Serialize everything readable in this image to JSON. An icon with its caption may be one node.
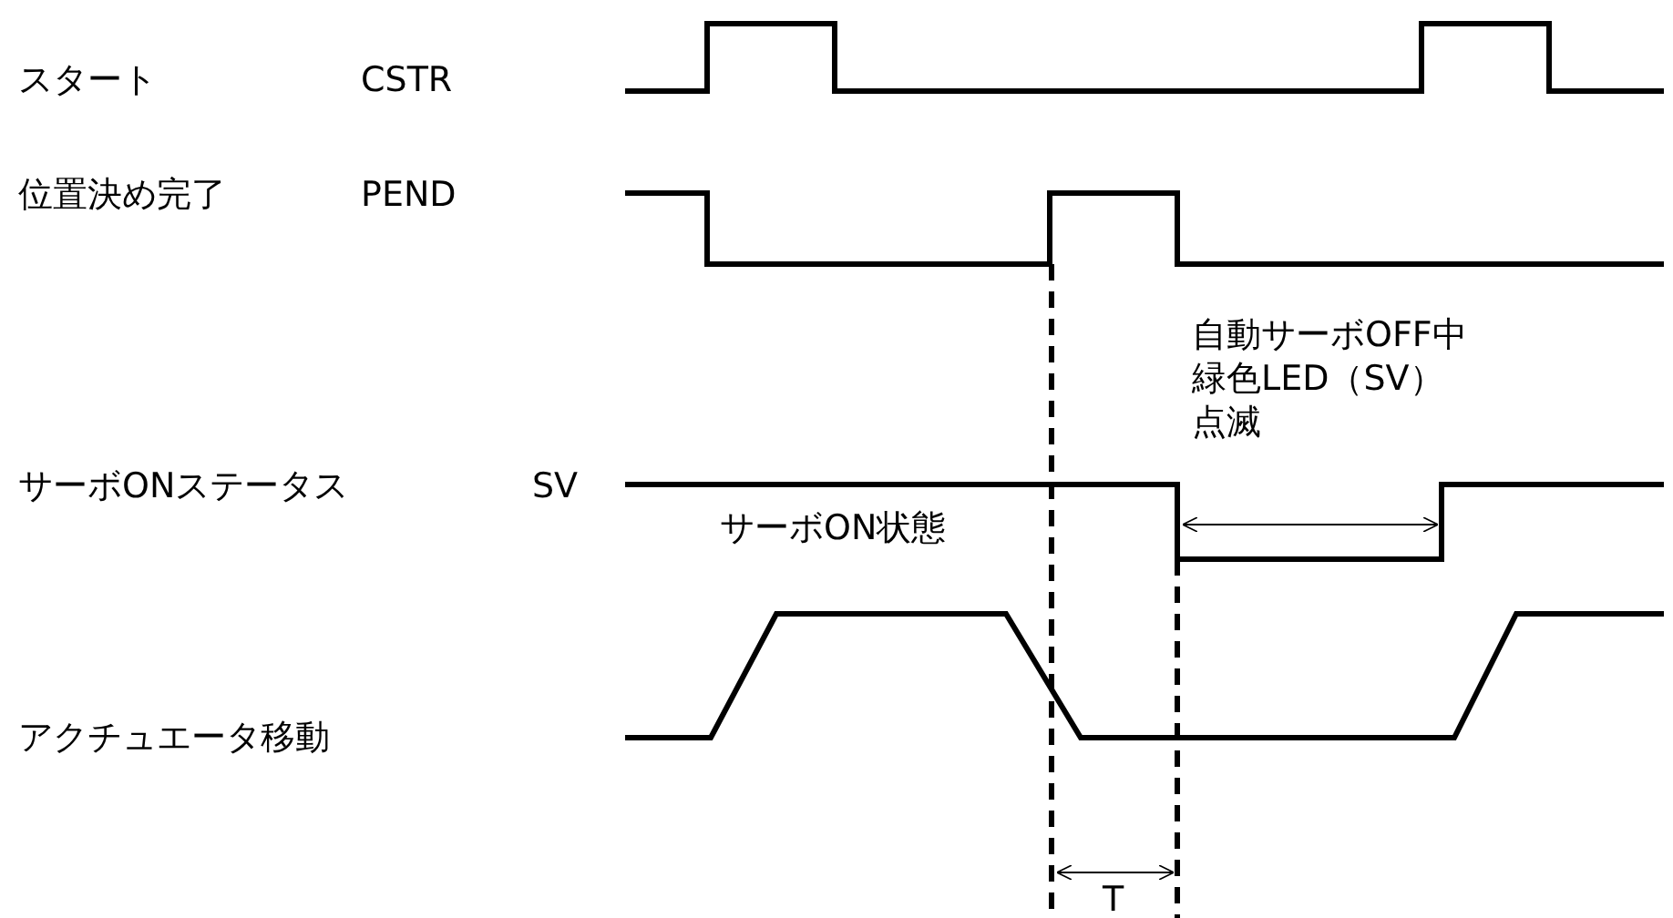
{
  "diagram": {
    "labels": [
      "スタート",
      "CSTR",
      "位置決め完了",
      "PEND",
      "自動サーボOFF中",
      "緑色LED（SV）",
      "点滅",
      "サーボONステータス",
      "SV",
      "サーボON状態",
      "アクチュエータ移動",
      "T"
    ]
  }
}
